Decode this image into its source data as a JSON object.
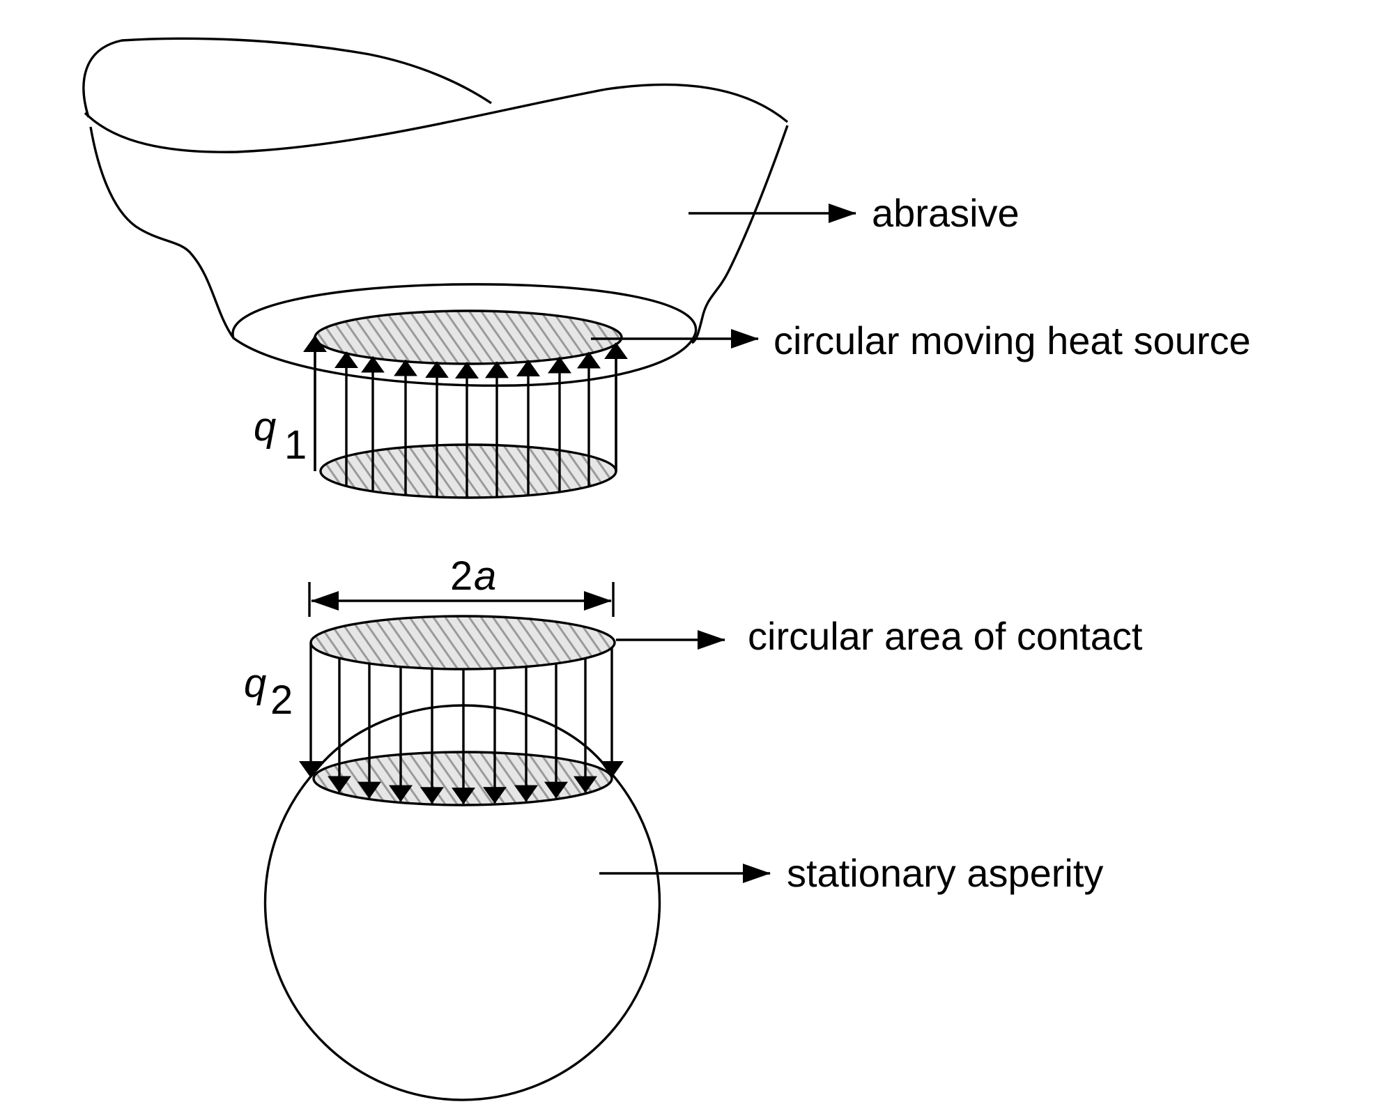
{
  "labels": {
    "abrasive": "abrasive",
    "heat_source": "circular moving heat source",
    "contact_area": "circular area of contact",
    "asperity": "stationary asperity"
  },
  "symbols": {
    "q1_letter": "q",
    "q1_sub": "1",
    "q2_letter": "q",
    "q2_sub": "2",
    "width_num": "2",
    "width_var": "a"
  },
  "colors": {
    "stroke": "#000000",
    "hatch": "#9a9a9a",
    "hatch_bg": "#e6e6e6"
  }
}
